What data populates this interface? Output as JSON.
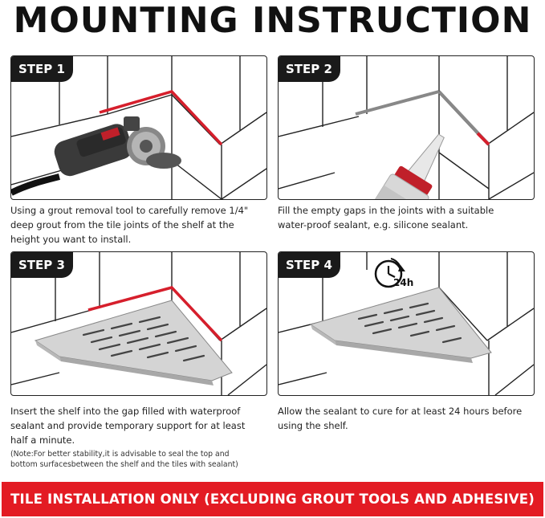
{
  "title": "MOUNTING INSTRUCTION",
  "steps": [
    {
      "badge": "STEP 1",
      "text": "Using a grout removal tool to carefully remove 1/4\" deep grout from the tile joints of the shelf at the height you want to install.",
      "note": "",
      "icon": "angle-grinder-icon"
    },
    {
      "badge": "STEP 2",
      "text": "Fill the empty gaps in the joints with a suitable water-proof sealant, e.g. silicone sealant.",
      "note": "",
      "icon": "caulk-tube-icon"
    },
    {
      "badge": "STEP 3",
      "text": "Insert the shelf into the gap filled with waterproof sealant and provide temporary support for at least half a minute.",
      "note": "(Note:For better stability,it is advisable to seal the top and bottom surfacesbetween the shelf and the tiles with sealant)",
      "icon": "corner-shelf-icon"
    },
    {
      "badge": "STEP 4",
      "text": "Allow the sealant to cure for at least 24 hours before using the shelf.",
      "note": "",
      "icon": "clock-24h-icon",
      "clock_label": "24h"
    }
  ],
  "footer": "TILE INSTALLATION ONLY (EXCLUDING GROUT TOOLS AND ADHESIVE)",
  "colors": {
    "accent": "#e31b23",
    "badge": "#1a1a1a",
    "grout": "#d61f2c"
  }
}
